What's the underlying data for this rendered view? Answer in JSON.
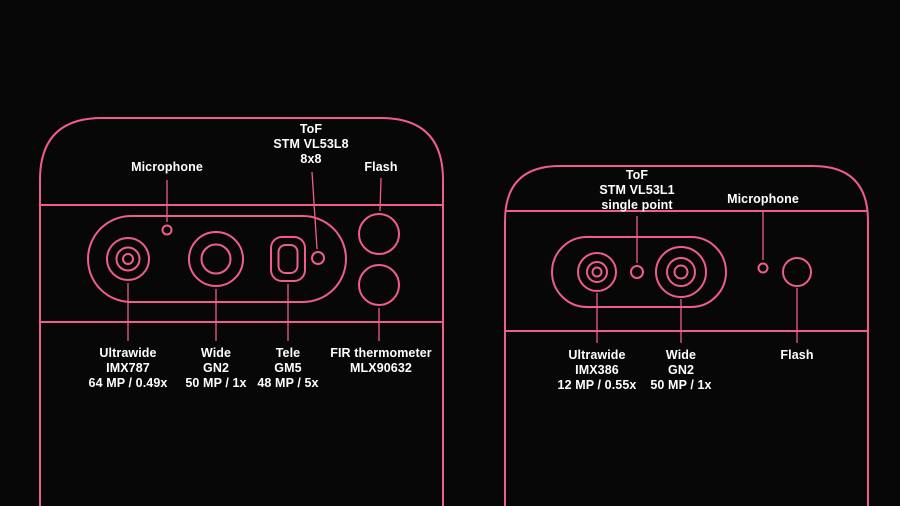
{
  "accent": "#ef5c8e",
  "background": "#070708",
  "left_phone": {
    "top_labels": {
      "microphone": "Microphone",
      "tof": "ToF\nSTM VL53L8\n8x8",
      "flash": "Flash"
    },
    "bottom_labels": {
      "ultrawide": "Ultrawide\nIMX787\n64 MP / 0.49x",
      "wide": "Wide\nGN2\n50 MP / 1x",
      "tele": "Tele\nGM5\n48 MP / 5x",
      "fir_thermometer": "FIR thermometer\nMLX90632"
    }
  },
  "right_phone": {
    "top_labels": {
      "tof": "ToF\nSTM VL53L1\nsingle point",
      "microphone": "Microphone"
    },
    "bottom_labels": {
      "ultrawide": "Ultrawide\nIMX386\n12 MP / 0.55x",
      "wide": "Wide\nGN2\n50 MP / 1x",
      "flash": "Flash"
    }
  }
}
